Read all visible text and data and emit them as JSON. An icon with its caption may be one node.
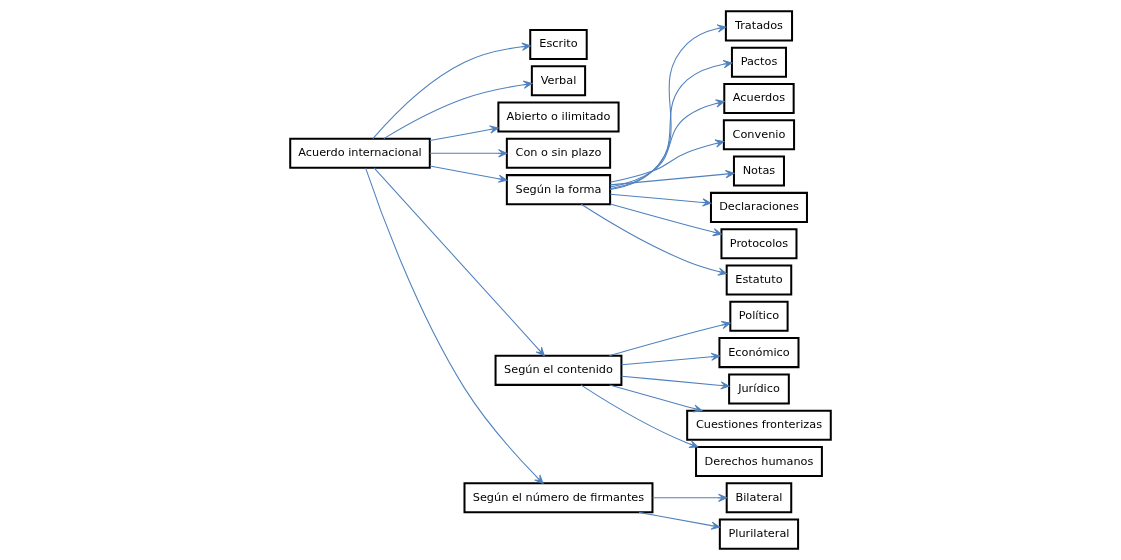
{
  "diagram": {
    "nodes": [
      {
        "text": [
          "Escrito"
        ]
      },
      {
        "text": [
          "Verbal"
        ]
      },
      {
        "text": [
          "Acuerdo internacional"
        ]
      },
      {
        "text": [
          "Abierto o ilimitado"
        ]
      },
      {
        "text": [
          "Con o sin plazo"
        ]
      },
      {
        "text": [
          "Según la forma"
        ]
      },
      {
        "text": [
          "Según el contenido"
        ]
      },
      {
        "text": [
          "Según el número de firmantes"
        ]
      },
      {
        "text": [
          "Tratados"
        ]
      },
      {
        "text": [
          "Pactos"
        ]
      },
      {
        "text": [
          "Acuerdos"
        ]
      },
      {
        "text": [
          "Convenio"
        ]
      },
      {
        "text": [
          "Notas"
        ]
      },
      {
        "text": [
          "Declaraciones"
        ]
      },
      {
        "text": [
          "Protocolos"
        ]
      },
      {
        "text": [
          "Estatuto"
        ]
      },
      {
        "text": [
          "Bilateral"
        ]
      },
      {
        "text": [
          "Plurilateral"
        ]
      },
      {
        "text": [
          "Político"
        ]
      },
      {
        "text": [
          "Económico"
        ]
      },
      {
        "text": [
          "Jurídico"
        ]
      },
      {
        "text": [
          "Cuestiones fronterizas"
        ]
      },
      {
        "text": [
          "Derechos humanos"
        ]
      }
    ],
    "edges": [
      {
        "from": 2,
        "to": 0,
        "arrow": "to"
      },
      {
        "from": 2,
        "to": 1,
        "arrow": "to"
      },
      {
        "from": 2,
        "to": 3,
        "arrow": "to"
      },
      {
        "from": 2,
        "to": 4,
        "arrow": "to"
      },
      {
        "from": 2,
        "to": 5,
        "arrow": "to"
      },
      {
        "from": 2,
        "to": 7,
        "arrow": "to"
      },
      {
        "from": 2,
        "to": 6,
        "arrow": "to"
      },
      {
        "from": 5,
        "to": 8,
        "arrow": "to"
      },
      {
        "from": 5,
        "to": 9,
        "arrow": "to"
      },
      {
        "from": 5,
        "to": 10,
        "arrow": "to"
      },
      {
        "from": 5,
        "to": 11,
        "arrow": "to"
      },
      {
        "from": 5,
        "to": 12,
        "arrow": "to"
      },
      {
        "from": 5,
        "to": 13,
        "arrow": "to"
      },
      {
        "from": 5,
        "to": 14,
        "arrow": "to"
      },
      {
        "from": 5,
        "to": 15,
        "arrow": "to"
      },
      {
        "from": 7,
        "to": 16,
        "arrow": "to"
      },
      {
        "from": 7,
        "to": 17,
        "arrow": "to"
      },
      {
        "from": 6,
        "to": 18,
        "arrow": "to"
      },
      {
        "from": 6,
        "to": 19,
        "arrow": "to"
      },
      {
        "from": 6,
        "to": 20,
        "arrow": "to"
      },
      {
        "from": 6,
        "to": 21,
        "arrow": "to"
      },
      {
        "from": 6,
        "to": 22,
        "arrow": "to"
      }
    ]
  }
}
